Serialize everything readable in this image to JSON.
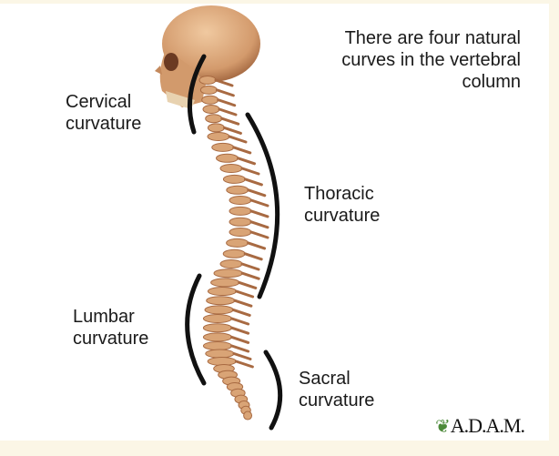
{
  "title": "There are four natural curves in the vertebral column",
  "title_lines": [
    "There are four natural",
    "curves in the vertebral",
    "column"
  ],
  "labels": {
    "cervical": [
      "Cervical",
      "curvature"
    ],
    "thoracic": [
      "Thoracic",
      "curvature"
    ],
    "lumbar": [
      "Lumbar",
      "curvature"
    ],
    "sacral": [
      "Sacral",
      "curvature"
    ]
  },
  "logo": "A.D.A.M.",
  "colors": {
    "bone": "#d9a476",
    "bone_dark": "#a86a42",
    "arc": "#111111"
  }
}
